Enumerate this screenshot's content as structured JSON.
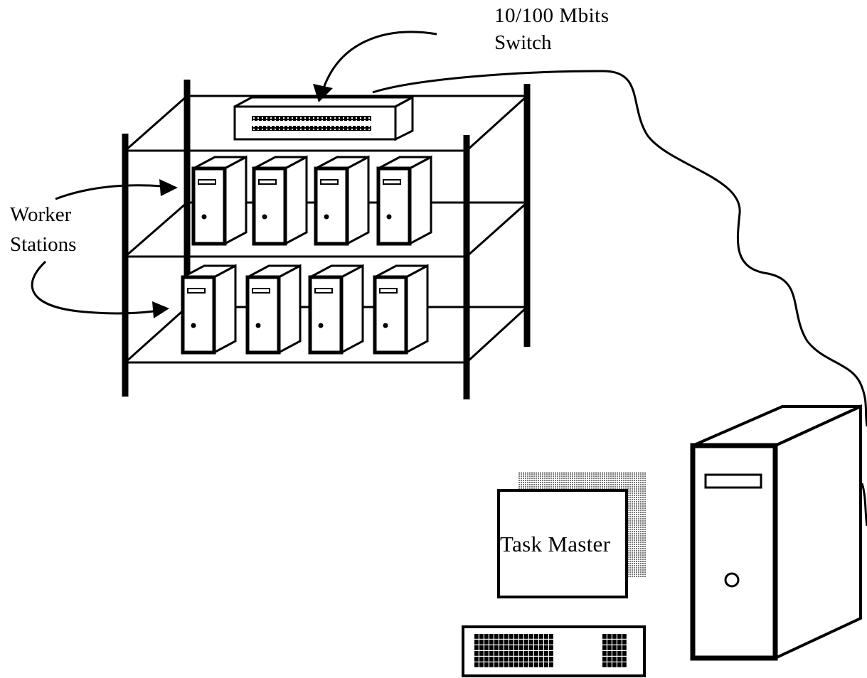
{
  "labels": {
    "switch_line1": "10/100 Mbits",
    "switch_line2": "Switch",
    "workers_line1": "Worker",
    "workers_line2": "Stations",
    "monitor_text": "Task Master"
  },
  "colors": {
    "ink": "#000000",
    "paper": "#ffffff",
    "shadow": "#8c8c8c"
  },
  "components": {
    "switch_port_rows": 2,
    "worker_rows": 2,
    "workers_per_row": 4
  }
}
